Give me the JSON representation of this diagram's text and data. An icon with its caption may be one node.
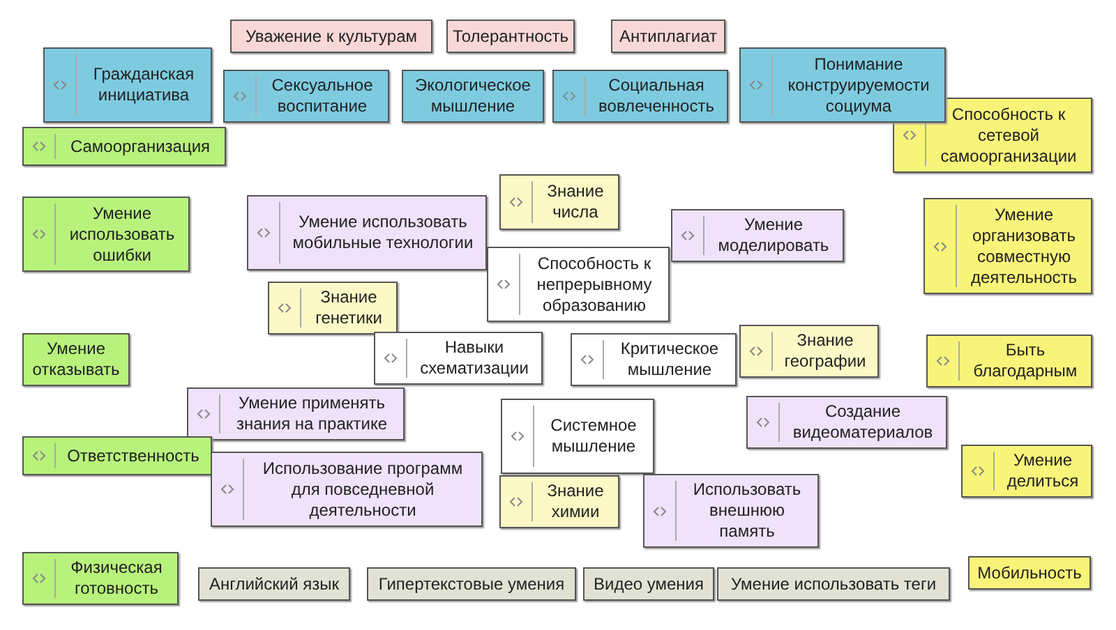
{
  "diagram": {
    "nodes": [
      {
        "text": [
          "Уважение к культурам"
        ]
      },
      {
        "text": [
          "Толерантность"
        ]
      },
      {
        "text": [
          "Антиплагиат"
        ]
      },
      {
        "text": [
          "Гражданская инициатива"
        ]
      },
      {
        "text": [
          "Сексуальное воспитание"
        ]
      },
      {
        "text": [
          "Экологическое мышление"
        ]
      },
      {
        "text": [
          "Социальная вовлеченность"
        ]
      },
      {
        "text": [
          "Понимание конструируемости социума"
        ]
      },
      {
        "text": [
          "Способность к сетевой самоорганизации"
        ]
      },
      {
        "text": [
          "Самоорганизация"
        ]
      },
      {
        "text": [
          "Знание числа"
        ]
      },
      {
        "text": [
          "Умение использовать ошибки"
        ]
      },
      {
        "text": [
          "Умение использовать мобильные технологии"
        ]
      },
      {
        "text": [
          "Умение моделировать"
        ]
      },
      {
        "text": [
          "Умение организовать совместную деятельность"
        ]
      },
      {
        "text": [
          "Способность к непрерывному образованию"
        ]
      },
      {
        "text": [
          "Знание генетики"
        ]
      },
      {
        "text": [
          "Навыки схематизации"
        ]
      },
      {
        "text": [
          "Критическое мышление"
        ]
      },
      {
        "text": [
          "Знание географии"
        ]
      },
      {
        "text": [
          "Умение отказывать"
        ]
      },
      {
        "text": [
          "Быть благодарным"
        ]
      },
      {
        "text": [
          "Умение применять знания на практике"
        ]
      },
      {
        "text": [
          "Системное мышление"
        ]
      },
      {
        "text": [
          "Создание видеоматериалов"
        ]
      },
      {
        "text": [
          "Ответственность"
        ]
      },
      {
        "text": [
          "Использование программ для повседневной деятельности"
        ]
      },
      {
        "text": [
          "Знание химии"
        ]
      },
      {
        "text": [
          "Использовать внешнюю память"
        ]
      },
      {
        "text": [
          "Умение делиться"
        ]
      },
      {
        "text": [
          "Физическая готовность"
        ]
      },
      {
        "text": [
          "Английский язык"
        ]
      },
      {
        "text": [
          "Гипертекстовые умения"
        ]
      },
      {
        "text": [
          "Видео умения"
        ]
      },
      {
        "text": [
          "Умение использовать теги"
        ]
      },
      {
        "text": [
          "Мобильность"
        ]
      }
    ]
  }
}
